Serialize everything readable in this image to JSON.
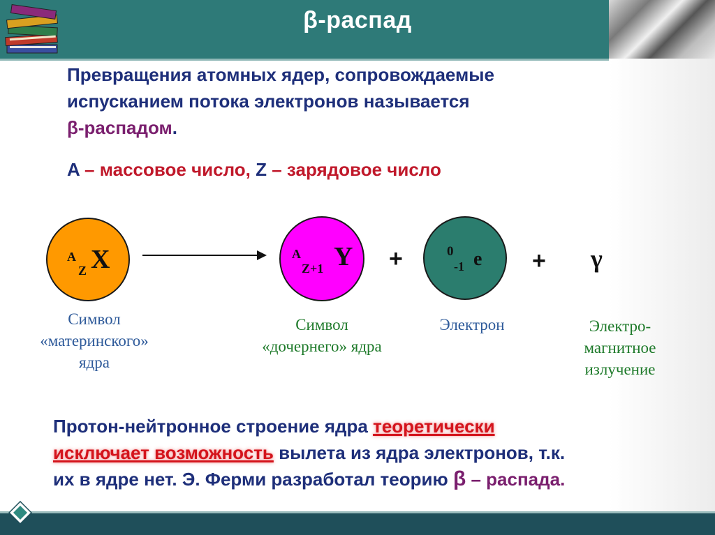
{
  "slide": {
    "title": "β-распад",
    "intro": {
      "line1": "Превращения атомных ядер, сопровождаемые",
      "line2": "испусканием потока электронов называется",
      "line3_term": "β-распадом",
      "line3_end": "."
    },
    "definitions": {
      "a_letter": "A",
      "a_text": " – массовое число, ",
      "z_letter": "Z",
      "z_text": " – зарядовое число"
    },
    "equation": {
      "parent": {
        "sup": "A",
        "sub": "Z",
        "symbol": "X",
        "color": "#ff9900"
      },
      "daughter": {
        "sup": "A",
        "sub": "Z+1",
        "symbol": "Y",
        "color": "#ff00ff"
      },
      "electron": {
        "sup": "0",
        "sub": "-1",
        "symbol": "e",
        "color": "#2b7d6e"
      },
      "plus1": "+",
      "plus2": "+",
      "gamma": "γ"
    },
    "labels": {
      "parent": [
        "Символ",
        "«материнского»",
        "ядра"
      ],
      "daughter": [
        "Символ",
        "«дочернего» ядра"
      ],
      "electron": "Электрон",
      "gamma": [
        "Электро-",
        "магнитное",
        "излучение"
      ]
    },
    "bottom": {
      "part1": "Протон-нейтронное строение ядра ",
      "hl1": "теоретически",
      "hl2": "исключает возможность",
      "part2": " вылета из ядра электронов, т.к.",
      "part3": "их в ядре нет. Э. Ферми разработал теорию ",
      "beta": "β",
      "part4": " – распада."
    }
  },
  "colors": {
    "header": "#2e7a78",
    "footer": "#1f4f5a",
    "text_blue": "#1e2f7a",
    "text_purple": "#7a1f6e",
    "text_red": "#c0182a"
  }
}
